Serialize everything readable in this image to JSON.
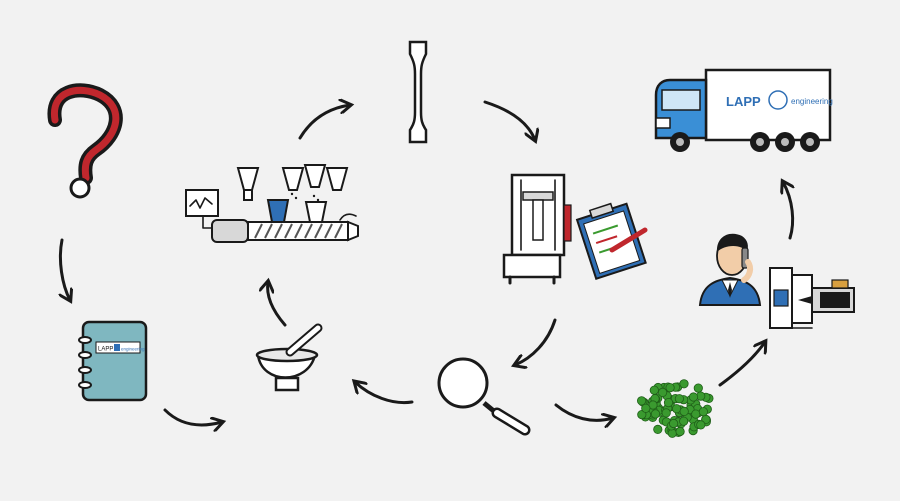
{
  "notebook": {
    "brand_lapp": "LAPP",
    "brand_engineering": "engineering"
  },
  "truck": {
    "brand_lapp": "LAPP",
    "brand_engineering": "engineering"
  },
  "colors": {
    "background": "#f2f2f2",
    "ink": "#1a1a1a",
    "question_red": "#c0272d",
    "notebook_blue": "#7fb7c0",
    "truck_blue": "#3a8fd6",
    "granule_green": "#3a9a2f",
    "clipboard_blue": "#2f6fb5"
  }
}
